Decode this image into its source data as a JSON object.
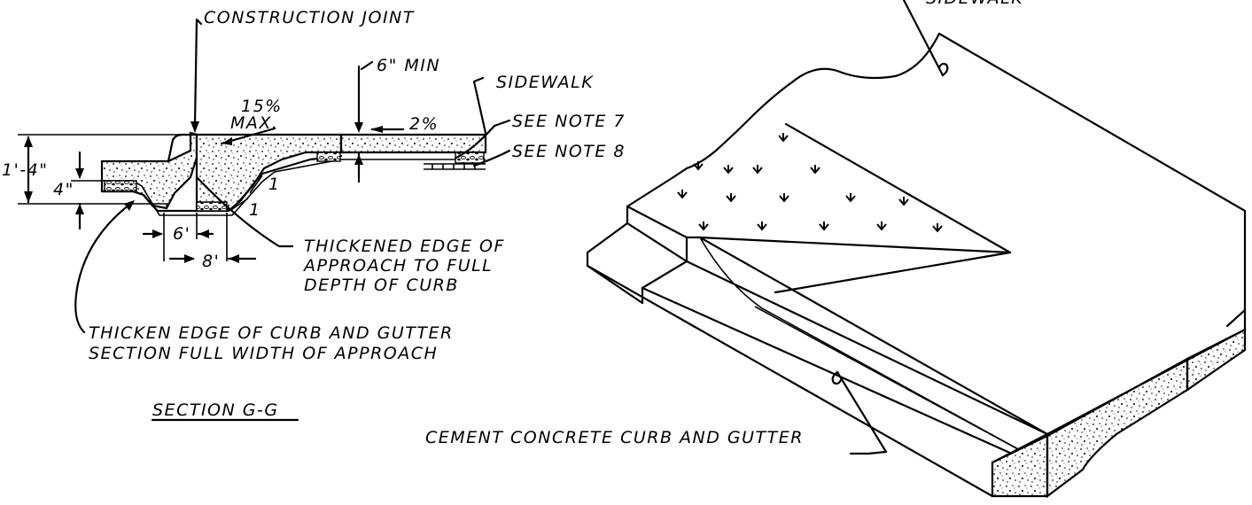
{
  "section_view": {
    "title": "SECTION G-G",
    "labels": {
      "construction_joint": "CONSTRUCTION JOINT",
      "six_min": "6\" MIN",
      "sidewalk": "SIDEWALK",
      "slope_max_pct": "15%",
      "slope_max_word": "MAX.",
      "slope_2pct": "2%",
      "see_note_7": "SEE NOTE 7",
      "see_note_8": "SEE NOTE 8",
      "height_total": "1'-4\"",
      "height_4in": "4\"",
      "dim_6": "6'",
      "dim_8": "8'",
      "slope_ratio_top": "1",
      "slope_ratio_bottom": "1",
      "thickened_edge_line1": "THICKENED EDGE OF",
      "thickened_edge_line2": "APPROACH TO FULL",
      "thickened_edge_line3": "DEPTH OF CURB",
      "thicken_curb_line1": "THICKEN EDGE OF CURB AND GUTTER",
      "thicken_curb_line2": "SECTION FULL WIDTH OF APPROACH"
    }
  },
  "iso_view": {
    "labels": {
      "sidewalk_top": "SIDEWALK",
      "curb_and_gutter": "CEMENT CONCRETE CURB AND GUTTER"
    }
  }
}
